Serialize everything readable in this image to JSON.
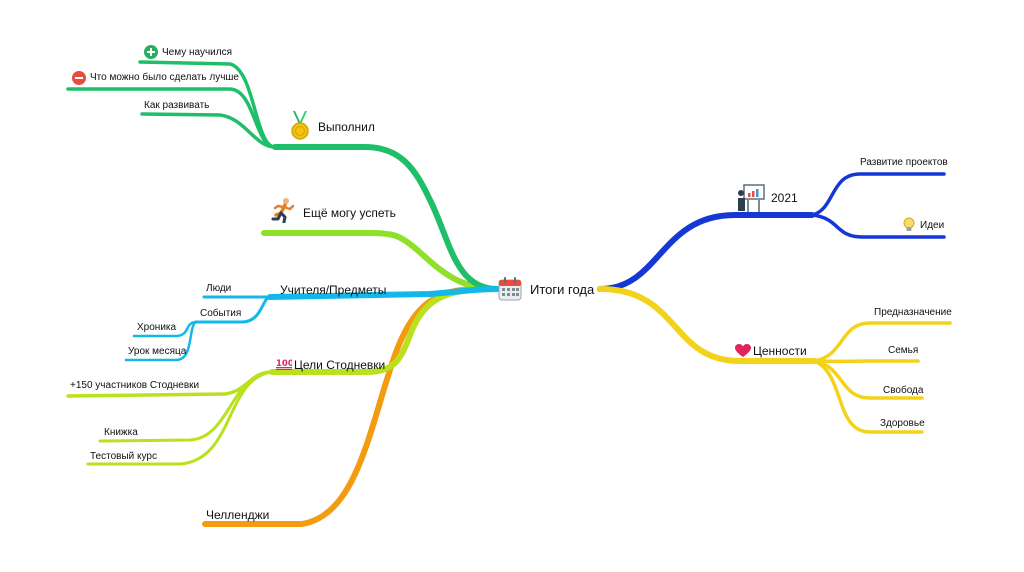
{
  "central": {
    "label": "Итоги года",
    "icon": "calendar-icon"
  },
  "colors": {
    "done": "#1fbf6a",
    "can_do": "#8fe02a",
    "teachers": "#12b8e8",
    "goals": "#b9e11e",
    "challenges": "#f39c12",
    "year": "#1537d6",
    "values": "#f3d31a"
  },
  "branches": {
    "done": {
      "label": "Выполнил",
      "icon": "medal-icon",
      "children": [
        {
          "label": "Чему научился",
          "icon": "plus-circle-icon"
        },
        {
          "label": "Что можно было сделать лучше",
          "icon": "minus-circle-icon"
        },
        {
          "label": "Как развивать"
        }
      ]
    },
    "can_do": {
      "label": "Ещё могу успеть",
      "icon": "runner-icon"
    },
    "teachers": {
      "label": "Учителя/Предметы",
      "children": [
        {
          "label": "Люди"
        },
        {
          "label": "События"
        },
        {
          "label": "Хроника"
        },
        {
          "label": "Урок месяца"
        }
      ]
    },
    "goals": {
      "label": "Цели Стодневки",
      "icon": "hundred-points-icon",
      "children": [
        {
          "label": "+150 участников Стодневки"
        },
        {
          "label": "Книжка"
        },
        {
          "label": "Тестовый курс"
        }
      ]
    },
    "challenges": {
      "label": "Челленджи"
    },
    "year": {
      "label": "2021",
      "icon": "presentation-chart-icon",
      "children": [
        {
          "label": "Развитие проектов"
        },
        {
          "label": "Идеи",
          "icon": "lightbulb-icon"
        }
      ]
    },
    "values": {
      "label": "Ценности",
      "icon": "heart-icon",
      "children": [
        {
          "label": "Предназначение"
        },
        {
          "label": "Семья"
        },
        {
          "label": "Свобода"
        },
        {
          "label": "Здоровье"
        }
      ]
    }
  }
}
